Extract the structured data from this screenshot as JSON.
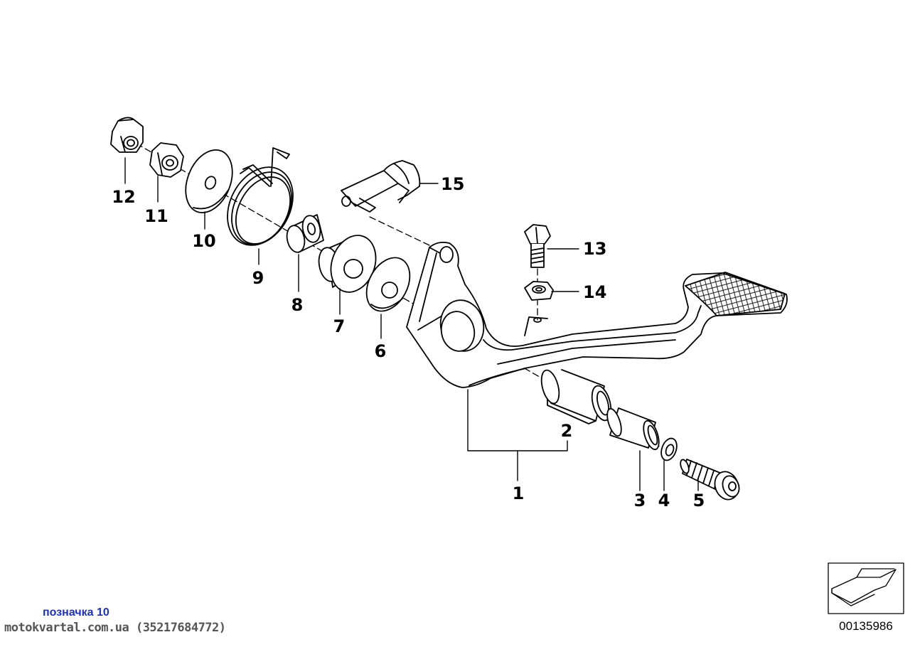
{
  "callouts": [
    "1",
    "2",
    "3",
    "4",
    "5",
    "6",
    "7",
    "8",
    "9",
    "10",
    "11",
    "12",
    "13",
    "14",
    "15"
  ],
  "diagram_ref": "00135986",
  "watermark": {
    "label": "позначка 10",
    "site": "motokvartal.com.ua (35217684772)"
  }
}
